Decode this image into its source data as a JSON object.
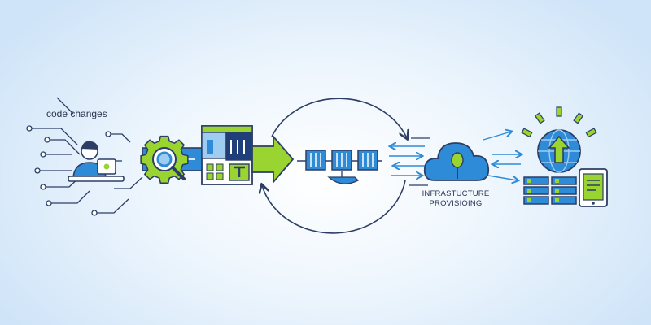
{
  "labels": {
    "code_changes": "code changes",
    "infra_line1": "INFRASTUCTURE",
    "infra_line2": "PROVISIOING"
  },
  "colors": {
    "outline": "#2c3e66",
    "primary_blue": "#2e8bd8",
    "light_blue": "#9fcdf1",
    "lime": "#9ad431",
    "dark_navy": "#1f3f7a"
  },
  "icons": {
    "developer": "developer-at-laptop-icon",
    "gear": "gear-magnifier-icon",
    "build": "build-box-icon",
    "arrow": "pipeline-arrow-icon",
    "containers": "container-chain-icon",
    "cloud": "cloud-shovel-icon",
    "globe": "globe-upload-icon",
    "servers": "server-stack-icon",
    "tablet": "tablet-icon"
  }
}
